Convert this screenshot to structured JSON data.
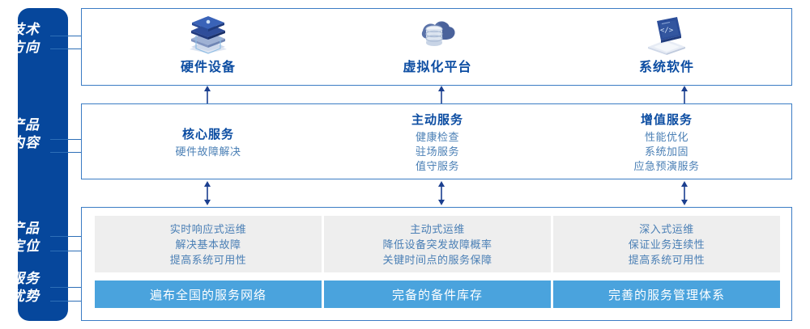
{
  "sidebar": {
    "items": [
      {
        "name": "tech-direction",
        "line1": "技术",
        "line2": "方向"
      },
      {
        "name": "product-content",
        "line1": "产品",
        "line2": "内容"
      },
      {
        "name": "product-positioning",
        "line1": "产品",
        "line2": "定位"
      },
      {
        "name": "service-advantage",
        "line1": "服务",
        "line2": "优势"
      }
    ]
  },
  "colors": {
    "sidebar_blue": "#06479c",
    "panel_border": "#3b7cc4",
    "title_blue": "#0c4da2",
    "body_blue": "#4a7fb5",
    "bar_blue": "#4aa3dd",
    "gray_box": "#eeeeee",
    "arrow_blue": "#1b3f8f"
  },
  "tech_direction": {
    "cells": [
      {
        "icon": "server-stack-icon",
        "label": "硬件设备"
      },
      {
        "icon": "cloud-database-icon",
        "label": "虚拟化平台"
      },
      {
        "icon": "laptop-code-icon",
        "label": "系统软件"
      }
    ]
  },
  "product_content": {
    "cells": [
      {
        "title": "核心服务",
        "lines": [
          "硬件故障解决"
        ]
      },
      {
        "title": "主动服务",
        "lines": [
          "健康检查",
          "驻场服务",
          "值守服务"
        ]
      },
      {
        "title": "增值服务",
        "lines": [
          "性能优化",
          "系统加固",
          "应急预演服务"
        ]
      }
    ]
  },
  "product_positioning": {
    "boxes": [
      {
        "lines": [
          "实时响应式运维",
          "解决基本故障",
          "提高系统可用性"
        ]
      },
      {
        "lines": [
          "主动式运维",
          "降低设备突发故障概率",
          "关键时间点的服务保障"
        ]
      },
      {
        "lines": [
          "深入式运维",
          "保证业务连续性",
          "提高系统可用性"
        ]
      }
    ]
  },
  "service_advantage": {
    "bars": [
      {
        "label": "遍布全国的服务网络"
      },
      {
        "label": "完备的备件库存"
      },
      {
        "label": "完善的服务管理体系"
      }
    ]
  }
}
